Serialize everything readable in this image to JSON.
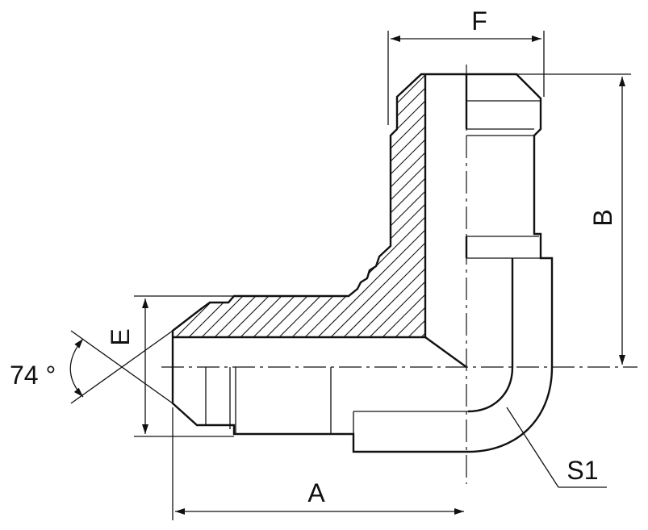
{
  "labels": {
    "f": "F",
    "b": "B",
    "e": "E",
    "a": "A",
    "s1": "S1",
    "angle": "74 °"
  },
  "colors": {
    "ink": "#111111",
    "paper": "#ffffff"
  }
}
